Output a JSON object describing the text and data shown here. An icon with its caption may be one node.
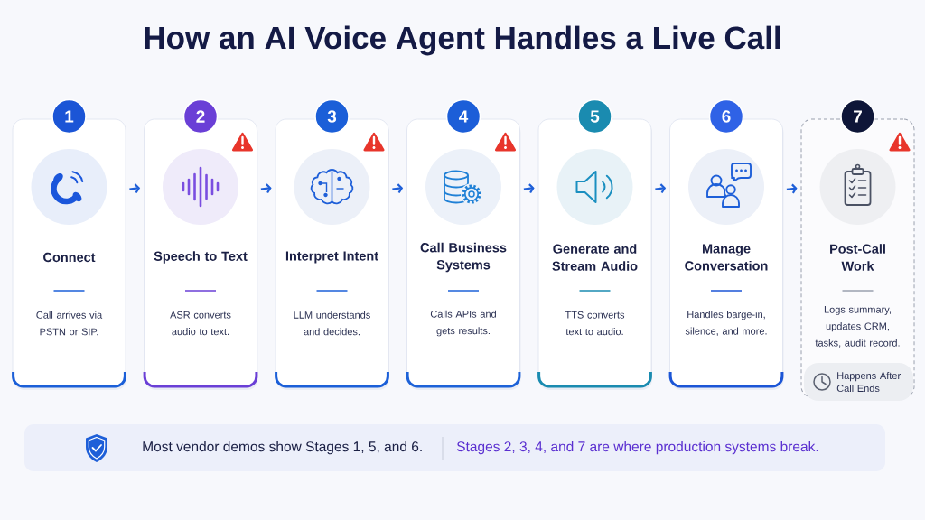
{
  "diagram": {
    "title": "How an AI Voice Agent Handles a Live Call",
    "nodes": [
      {
        "text": [
          "1"
        ]
      },
      {
        "text": [
          "Connect",
          "Call arrives via PSTN or SIP."
        ]
      },
      {
        "text": [
          "2"
        ]
      },
      {
        "text": [
          "Speech to Text",
          "ASR converts audio to text."
        ]
      },
      {
        "text": [
          "3"
        ]
      },
      {
        "text": [
          "Interpret Intent",
          "LLM understands and decides."
        ]
      },
      {
        "text": [
          "4"
        ]
      },
      {
        "text": [
          "Call Business Systems",
          "Calls APIs and gets results."
        ]
      },
      {
        "text": [
          "5"
        ]
      },
      {
        "text": [
          "Generate and Stream Audio",
          "TTS converts text to audio."
        ]
      },
      {
        "text": [
          "6"
        ]
      },
      {
        "text": [
          "Manage Conversation",
          "Handles barge-in, silence, and more."
        ]
      },
      {
        "text": [
          "7"
        ]
      },
      {
        "text": [
          "Post-Call Work",
          "Logs summary, updates CRM, tasks, audit record."
        ]
      },
      {
        "text": [
          "Happens After Call Ends"
        ],
        "in": 13
      },
      {
        "text": [
          "Most vendor demos show Stages 1, 5, and 6.",
          "Stages 2, 3, 4, and 7 are where production systems break."
        ]
      }
    ],
    "edges": [
      {
        "from": 1,
        "to": 3,
        "arrow": "to"
      },
      {
        "from": 3,
        "to": 5,
        "arrow": "to"
      },
      {
        "from": 5,
        "to": 7,
        "arrow": "to"
      },
      {
        "from": 7,
        "to": 9,
        "arrow": "to"
      },
      {
        "from": 9,
        "to": 11,
        "arrow": "to"
      },
      {
        "from": 11,
        "to": 13,
        "arrow": "to"
      }
    ]
  }
}
